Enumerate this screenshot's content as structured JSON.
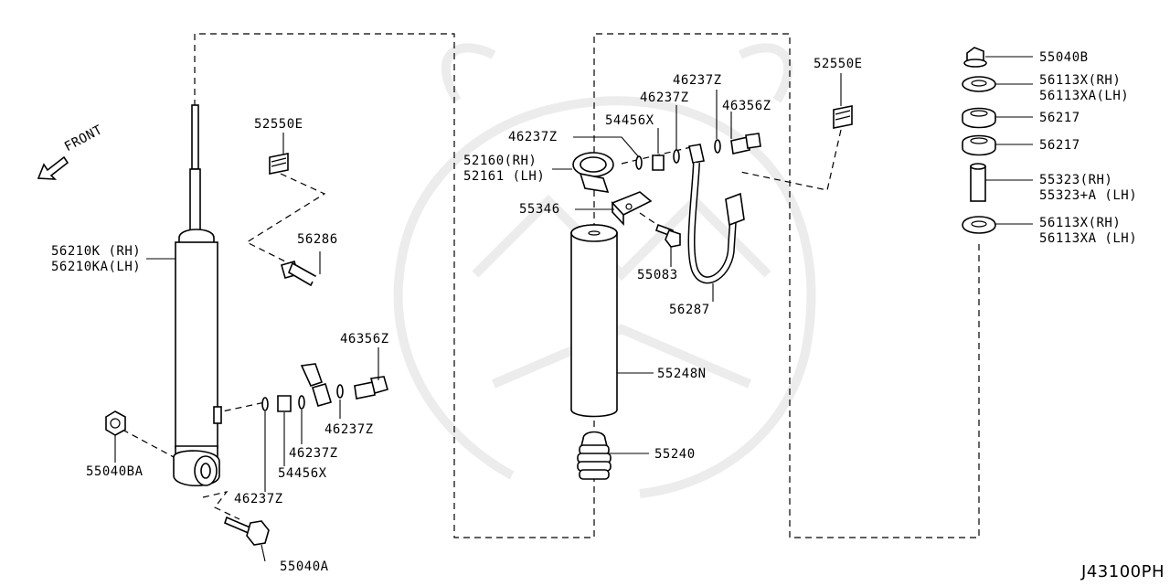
{
  "diagram_code": "J43100PH",
  "front_label": "FRONT",
  "labels": {
    "shock_absorber": [
      "56210K (RH)",
      "56210KA(LH)"
    ],
    "bracket_left": "52550E",
    "hose_tube": "56286",
    "bolt_left": "46356Z",
    "washer_a": "46237Z",
    "washer_b": "46237Z",
    "washer_c": "46237Z",
    "spacer_left": "54456X",
    "nut_lower": "55040BA",
    "bolt_lower": "55040A",
    "washer_mid_1": "46237Z",
    "washer_mid_2": "46237Z",
    "washer_mid_3": "46237Z",
    "spacer_mid": "54456X",
    "bolt_mid": "46356Z",
    "clamp": [
      "52160(RH)",
      "52161 (LH)"
    ],
    "plate": "55346",
    "bolt_plate": "55083",
    "hose_mid": "56287",
    "boot": "55248N",
    "bound_bumper": "55240",
    "bracket_right": "52550E",
    "nut_top": "55040B",
    "seat_upper": [
      "56113X(RH)",
      "56113XA(LH)"
    ],
    "bushing_1": "56217",
    "bushing_2": "56217",
    "collar": [
      "55323(RH)",
      "55323+A (LH)"
    ],
    "seat_lower": [
      "56113X(RH)",
      "56113XA (LH)"
    ]
  },
  "icons": [
    "front-arrow-icon"
  ]
}
